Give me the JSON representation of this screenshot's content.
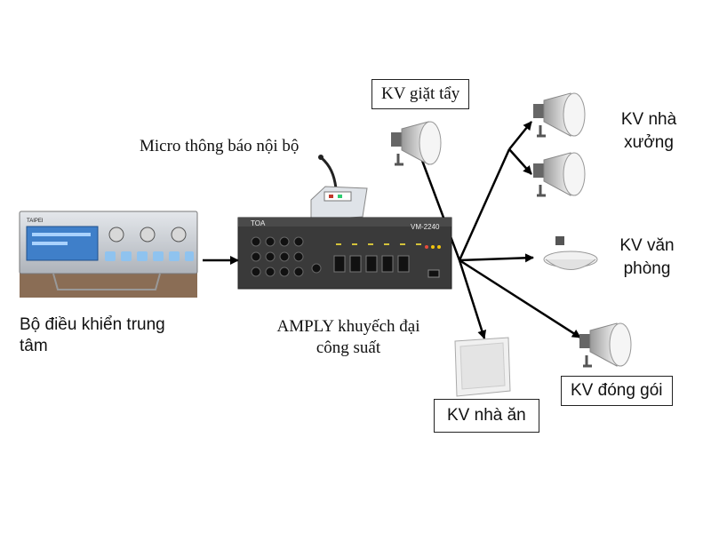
{
  "labels": {
    "microphone": "Micro thông báo nội bộ",
    "controller": "Bộ điều khiển trung tâm",
    "amplifier": "AMPLY khuyếch đại công suất",
    "laundry": "KV giặt tẩy",
    "workshop": "KV nhà xưởng",
    "office": "KV văn phòng",
    "packing": "KV đóng gói",
    "canteen": "KV nhà ăn"
  },
  "device_text": {
    "controller_brand": "TAIPEI",
    "amp_brand": "TOA",
    "amp_model": "VM-2240"
  },
  "colors": {
    "line": "#000000",
    "device_dark": "#3a3a3a",
    "device_silver": "#c8ccd2",
    "lcd": "#3f7fc9",
    "button_blue": "#8fc3ef",
    "speaker_white": "#f1f1f1"
  }
}
